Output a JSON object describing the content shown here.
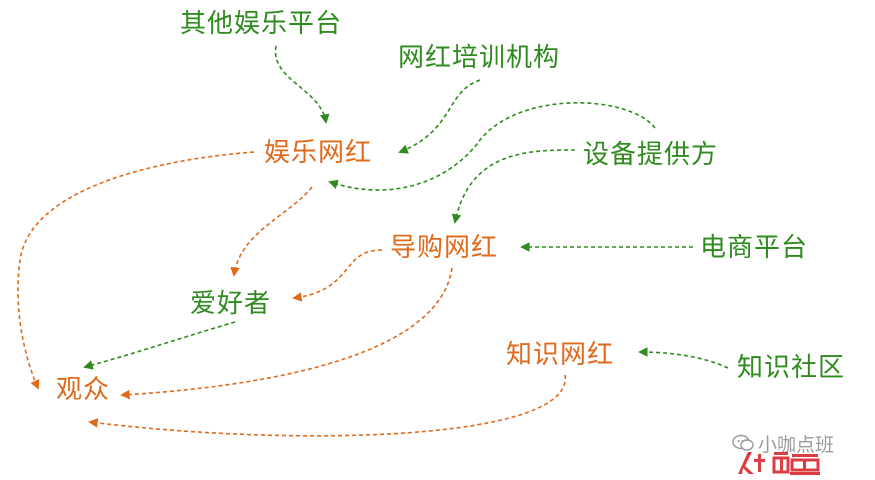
{
  "nodes": {
    "other_platforms": "其他娱乐平台",
    "training_agency": "网红培训机构",
    "ent_influencer": "娱乐网红",
    "equipment_provider": "设备提供方",
    "shopping_influencer": "导购网红",
    "ecommerce_platform": "电商平台",
    "fans": "爱好者",
    "knowledge_influencer": "知识网红",
    "knowledge_community": "知识社区",
    "audience": "观众"
  },
  "watermark": {
    "text": "小咖点班"
  },
  "colors": {
    "green": "#2e8b1e",
    "orange": "#e0691b",
    "watermark_red": "#d9272e"
  }
}
